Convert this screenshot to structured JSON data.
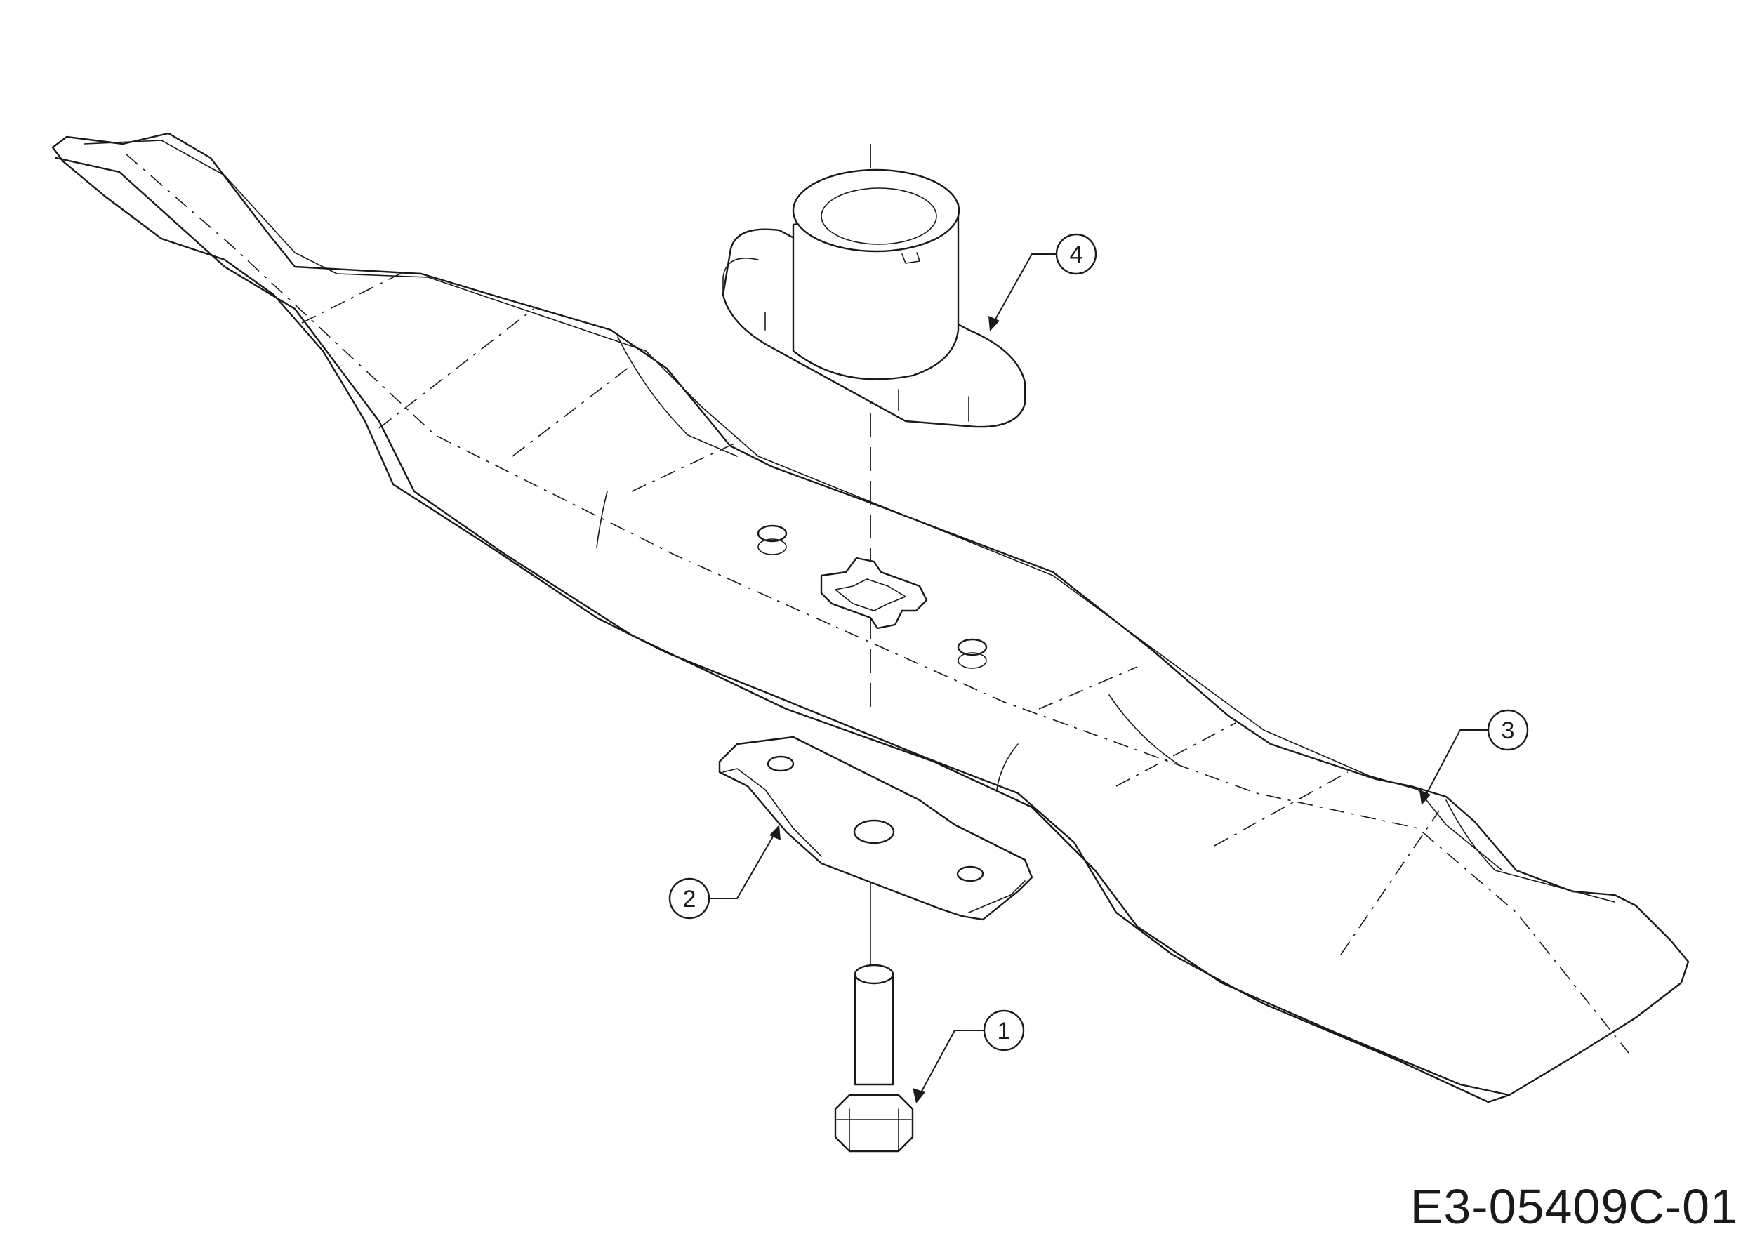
{
  "callouts": [
    {
      "label": "1"
    },
    {
      "label": "2"
    },
    {
      "label": "3"
    },
    {
      "label": "4"
    }
  ],
  "drawing_code": "E3-05409C-01"
}
